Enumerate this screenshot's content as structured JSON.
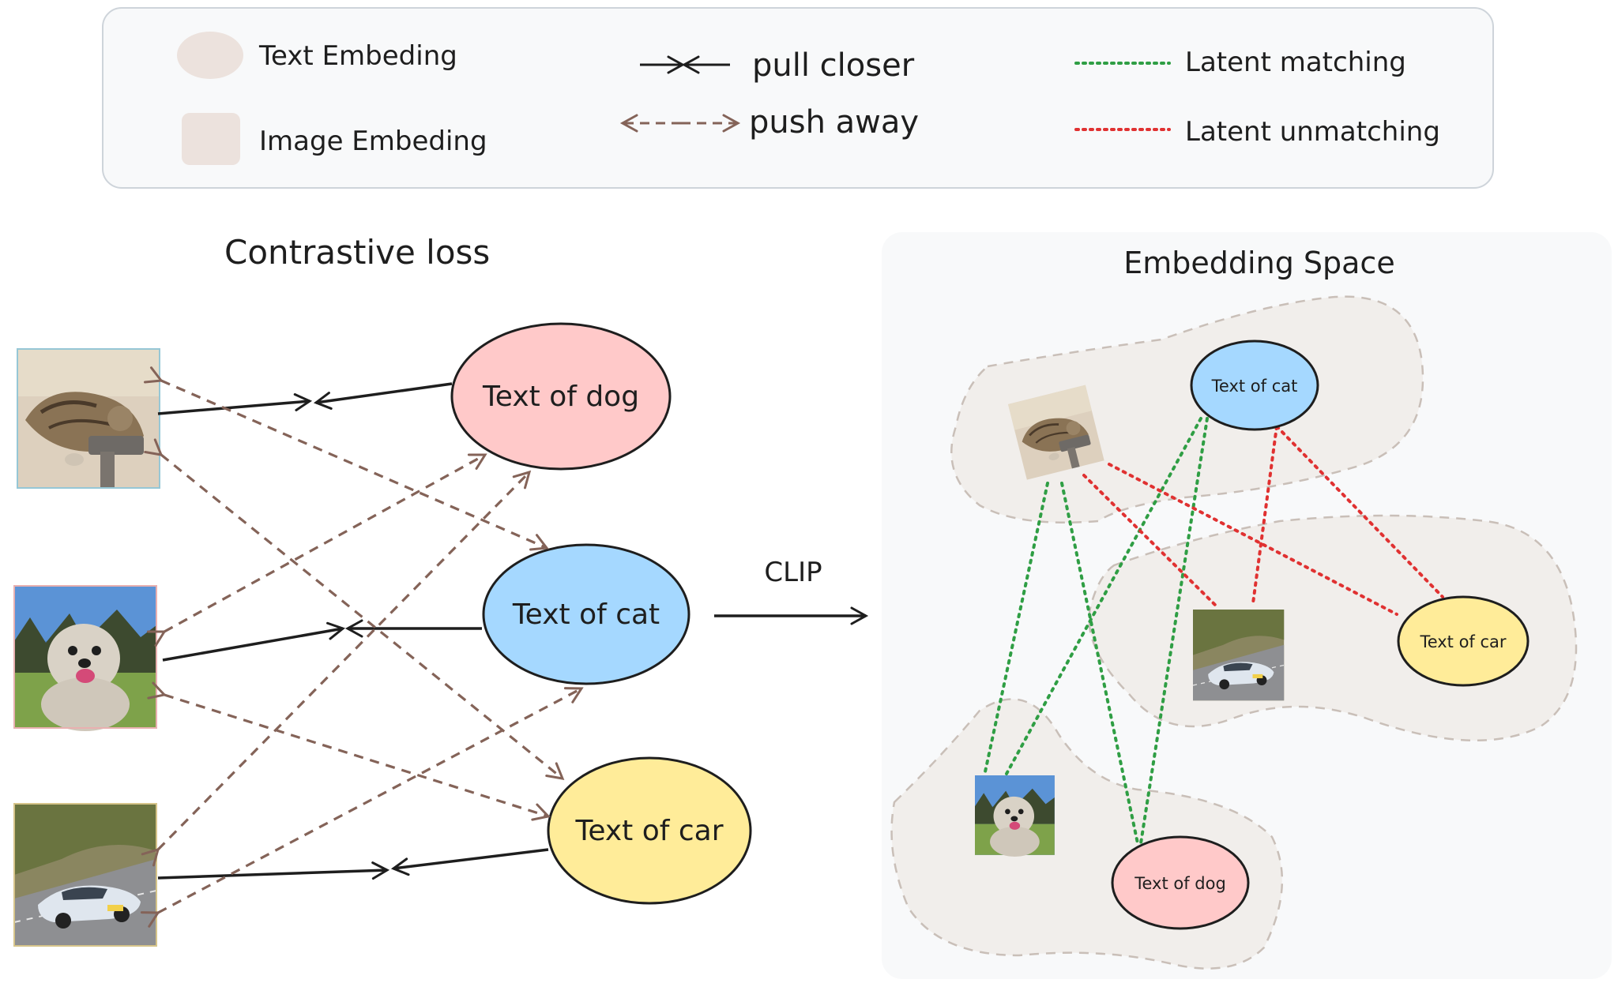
{
  "legend": {
    "text_embedding": "Text Embeding",
    "image_embedding": "Image Embeding",
    "pull_closer": "pull closer",
    "push_away": "push away",
    "latent_matching": "Latent matching",
    "latent_unmatching": "Latent unmatching"
  },
  "left": {
    "title": "Contrastive loss",
    "text_dog": "Text of dog",
    "text_cat": "Text of cat",
    "text_car": "Text of car"
  },
  "arrow_label": "CLIP",
  "right": {
    "title": "Embedding Space",
    "text_cat": "Text of cat",
    "text_car": "Text of car",
    "text_dog": "Text of dog"
  },
  "images": {
    "cat": "cat photo",
    "dog": "dog photo",
    "car": "car photo"
  },
  "colors": {
    "dog_fill": "#ffc9c9",
    "cat_fill": "#a5d8ff",
    "car_fill": "#ffec99",
    "push": "#846358",
    "match": "#2f9e44",
    "unmatch": "#e03131",
    "cluster": "#f1eeeb",
    "panel": "#f8f9fa"
  }
}
